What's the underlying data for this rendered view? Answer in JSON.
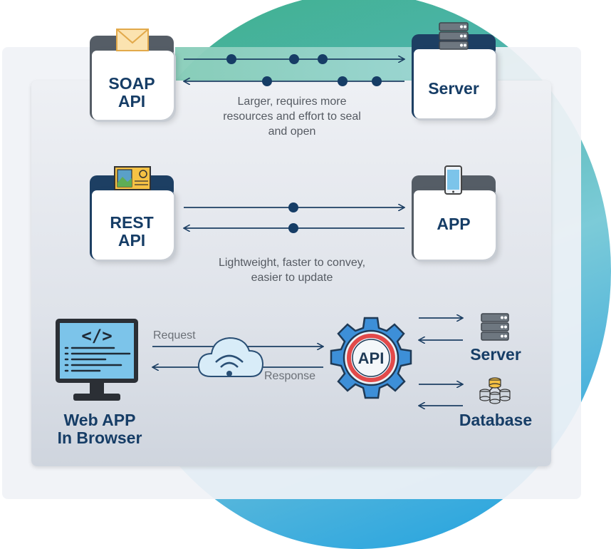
{
  "colors": {
    "navy": "#163d66",
    "folder_tab_gray": "#555d66",
    "folder_tab_navy": "#1d3f63",
    "arrow": "#1d3f63",
    "note_text": "#555a62",
    "gear_blue": "#3d8fd8",
    "api_ring_red": "#e24a4a",
    "circle_gradient_start": "#3fb28a",
    "circle_gradient_end": "#1a9fe0"
  },
  "soap_row": {
    "left": {
      "label_line1": "SOAP",
      "label_line2": "API",
      "icon": "envelope-icon"
    },
    "right": {
      "label": "Server",
      "icon": "server-rack-icon"
    },
    "note_line1": "Larger, requires more",
    "note_line2": "resources and effort to seal",
    "note_line3": "and open"
  },
  "rest_row": {
    "left": {
      "label_line1": "REST",
      "label_line2": "API",
      "icon": "postcard-icon"
    },
    "right": {
      "label": "APP",
      "icon": "smartphone-icon"
    },
    "note_line1": "Lightweight, faster to convey,",
    "note_line2": "easier to update"
  },
  "web_row": {
    "client": {
      "label_line1": "Web APP",
      "label_line2": "In Browser",
      "icon": "code-monitor-icon",
      "code_glyph": "</>"
    },
    "request_label": "Request",
    "response_label": "Response",
    "cloud_icon": "wifi-cloud-icon",
    "gear": {
      "label": "API",
      "icon": "api-gear-icon"
    },
    "targets": [
      {
        "label": "Server",
        "icon": "server-rack-icon"
      },
      {
        "label": "Database",
        "icon": "database-network-icon"
      }
    ]
  }
}
